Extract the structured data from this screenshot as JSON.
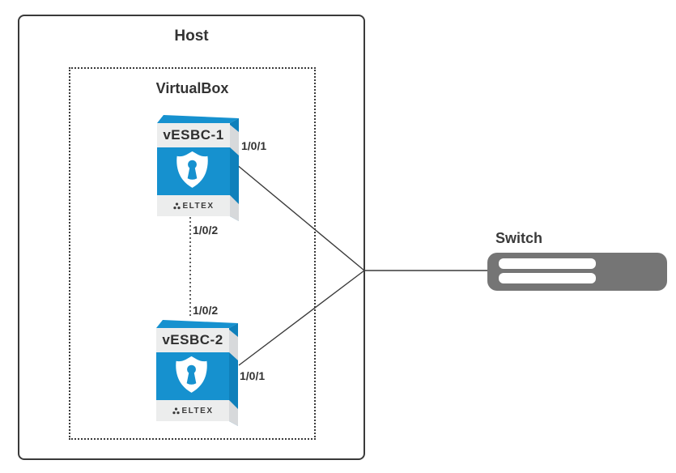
{
  "diagram": {
    "host": {
      "label": "Host"
    },
    "virtualbox": {
      "label": "VirtualBox"
    },
    "devices": [
      {
        "name": "vESBC-1",
        "brand": "ELTEX",
        "ports": {
          "uplink": "1/0/1",
          "interlink": "1/0/2"
        }
      },
      {
        "name": "vESBC-2",
        "brand": "ELTEX",
        "ports": {
          "uplink": "1/0/1",
          "interlink": "1/0/2"
        }
      }
    ],
    "switch": {
      "label": "Switch"
    },
    "connections": [
      {
        "from": "vESBC-1 port 1/0/1",
        "to": "Switch",
        "style": "solid"
      },
      {
        "from": "vESBC-2 port 1/0/1",
        "to": "Switch",
        "style": "solid"
      },
      {
        "from": "vESBC-1 port 1/0/2",
        "to": "vESBC-2 port 1/0/2",
        "style": "dotted"
      }
    ],
    "colors": {
      "device_blue": "#1691cf",
      "device_blue_dark": "#0f80bb",
      "band_gray": "#eceded",
      "band_gray_dark": "#d7d9db",
      "switch_gray": "#757575",
      "line": "#3a3a3a"
    }
  }
}
